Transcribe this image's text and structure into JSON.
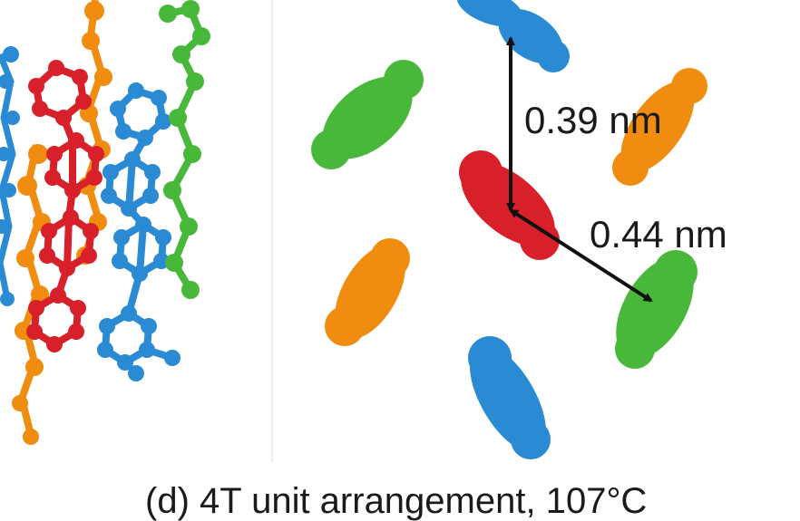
{
  "annotations": {
    "distance_vertical": "0.39 nm",
    "distance_diagonal": "0.44 nm"
  },
  "caption": "(d) 4T unit arrangement, 107°C",
  "colors": {
    "red": "#d8202a",
    "orange": "#f08c10",
    "blue": "#2a8ad4",
    "green": "#48b83a",
    "arrow": "#111111"
  },
  "icons": [
    "double-headed-arrow-icon"
  ]
}
